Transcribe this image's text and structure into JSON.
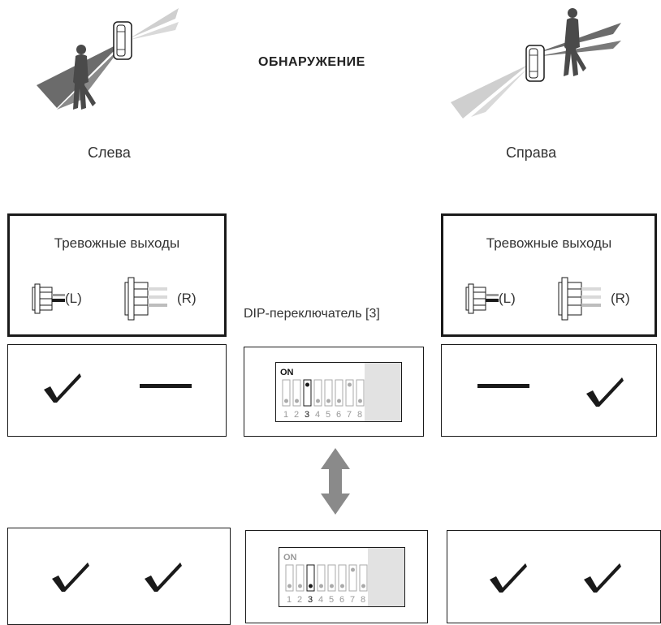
{
  "header": {
    "title": "ОБНАРУЖЕНИЕ",
    "left_label": "Слева",
    "right_label": "Справа"
  },
  "alarm_boxes": {
    "left": {
      "title": "Тревожные выходы",
      "left_conn": "(L)",
      "right_conn": "(R)"
    },
    "right": {
      "title": "Тревожные выходы",
      "left_conn": "(L)",
      "right_conn": "(R)"
    }
  },
  "dip": {
    "caption": "DIP-переключатель [3]",
    "on_label": "ON",
    "switch_numbers": [
      "1",
      "2",
      "3",
      "4",
      "5",
      "6",
      "7",
      "8"
    ],
    "active_switch": "3",
    "top_state": "ON",
    "bottom_state": "OFF"
  },
  "results": {
    "top_left": [
      "check",
      "dash"
    ],
    "top_right": [
      "dash",
      "check"
    ],
    "bottom_left": [
      "check",
      "check"
    ],
    "bottom_right": [
      "check",
      "check"
    ]
  },
  "colors": {
    "line": "#1a1a1a",
    "beam_dark": "#6b6b6b",
    "beam_light": "#cfcfcf",
    "arrow": "#8a8a8a",
    "shade": "#e2e2e2"
  },
  "icons": [
    "pir-detector-icon",
    "walking-person-icon",
    "connector-icon",
    "checkmark-icon",
    "dash-icon",
    "double-arrow-icon"
  ]
}
